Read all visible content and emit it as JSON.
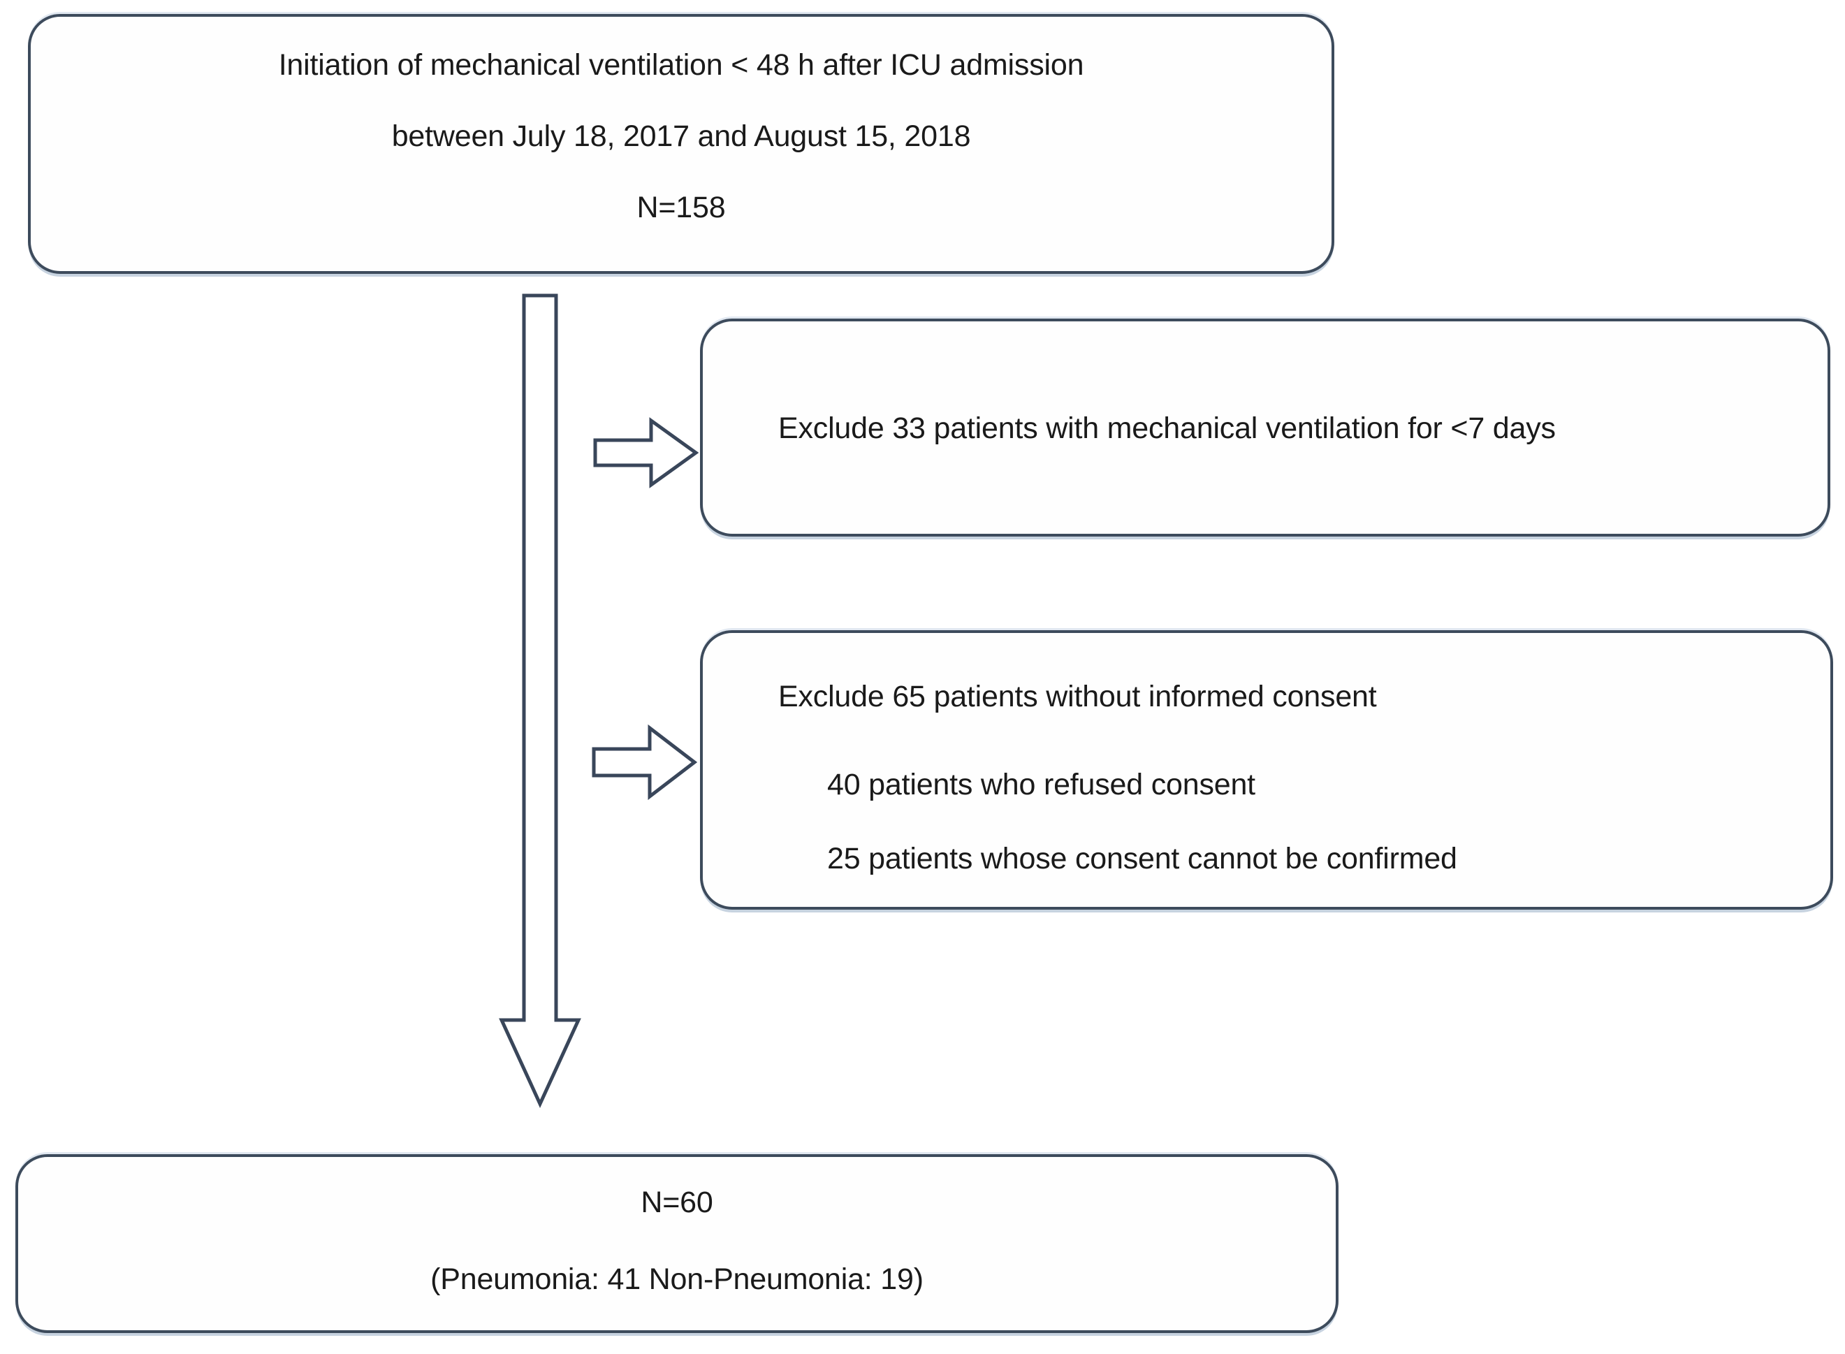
{
  "diagram": {
    "title": "Patient enrollment flow diagram",
    "accent_color": "#3d4b5c",
    "text_color": "#1a1a1a",
    "background_color": "#ffffff"
  },
  "boxes": {
    "top": {
      "name": "eligibility-box",
      "lines": [
        "Initiation of mechanical ventilation < 48 h after ICU admission",
        "between July 18, 2017 and August 15, 2018",
        "N=158"
      ]
    },
    "exclude_1": {
      "name": "exclusion-box-ventilation",
      "lines": [
        "Exclude 33 patients with mechanical ventilation for <7 days"
      ]
    },
    "exclude_2": {
      "name": "exclusion-box-consent",
      "lines": [
        "Exclude 65 patients without informed consent",
        "40 patients who refused consent",
        "25 patients whose consent cannot be confirmed"
      ]
    },
    "final": {
      "name": "final-cohort-box",
      "lines": [
        "N=60",
        "(Pneumonia: 41 Non-Pneumonia: 19)"
      ]
    }
  },
  "arrows": {
    "down": "arrow-down-icon",
    "right_1": "arrow-right-icon",
    "right_2": "arrow-right-icon"
  },
  "counts": {
    "screened": 158,
    "excluded_short_ventilation": 33,
    "excluded_no_consent": 65,
    "refused_consent": 40,
    "consent_unconfirmed": 25,
    "enrolled": 60,
    "pneumonia": 41,
    "non_pneumonia": 19
  }
}
